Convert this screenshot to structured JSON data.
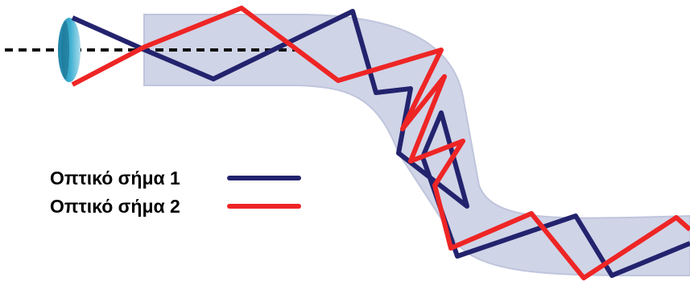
{
  "legend": {
    "items": [
      {
        "label": "Οπτικό σήμα 1",
        "color": "#23236e"
      },
      {
        "label": "Οπτικό σήμα 2",
        "color": "#ee2525"
      }
    ]
  },
  "colors": {
    "fiber": "#c8cde3",
    "fiber_edge": "#b5bbd6",
    "lens": "#39a6c8",
    "axis": "#111111"
  },
  "icons": {
    "source": "lens-icon",
    "axis": "dashed-axis-line"
  }
}
